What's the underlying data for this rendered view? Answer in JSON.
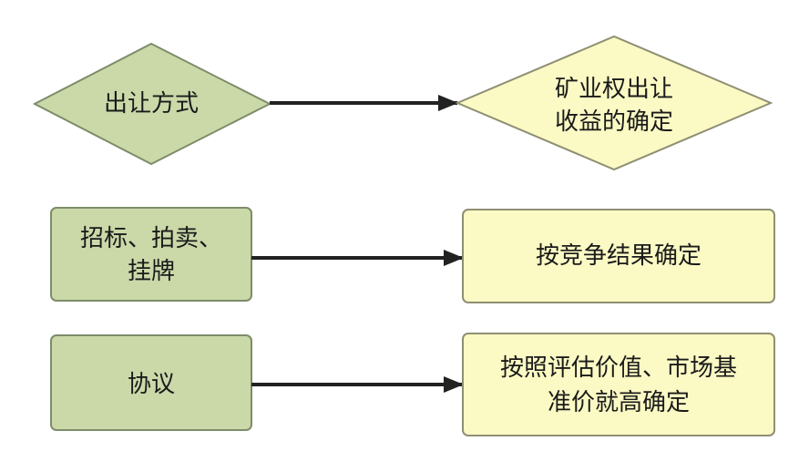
{
  "nodes": {
    "method": {
      "label": "出让方式"
    },
    "revenue": {
      "lines": [
        "矿业权出让",
        "收益的确定"
      ]
    },
    "bidding": {
      "lines": [
        "招标、拍卖、",
        "挂牌"
      ]
    },
    "competition_result": {
      "label": "按竞争结果确定"
    },
    "agreement": {
      "label": "协议"
    },
    "assessment": {
      "lines": [
        "按照评估价值、市场基",
        "准价就高确定"
      ]
    }
  },
  "colors": {
    "green_fill": "#cbd9a9",
    "green_stroke": "#7d8c6a",
    "yellow_fill": "#fbf9c4",
    "yellow_stroke": "#8f8f73",
    "arrow": "#222222"
  }
}
